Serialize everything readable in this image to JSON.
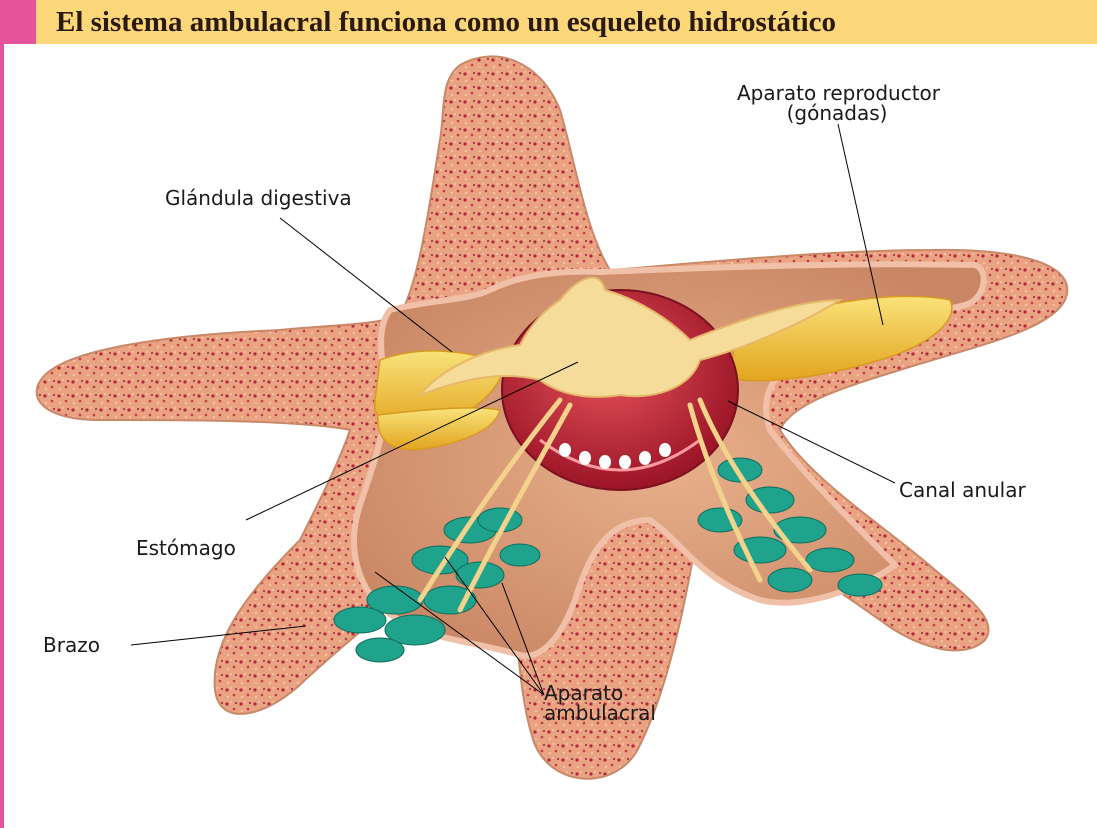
{
  "title": "El sistema ambulacral funciona como un esqueleto hidrostático",
  "colors": {
    "header_band": "#fcd77a",
    "accent": "#e3549a",
    "skin": "#e9a383",
    "skin_spots": "#b8243a",
    "cavity": "#d99a78",
    "gland": "#f6dc9a",
    "gonads": "#f0c030",
    "stomach": "#c42a36",
    "tube_feet": "#1fa38c"
  },
  "labels": {
    "gonads_line1": "Aparato reproductor",
    "gonads_line2": "(gónadas)",
    "digestive": "Glándula digestiva",
    "ring": "Canal anular",
    "stomach": "Estómago",
    "arm": "Brazo",
    "ambulacral_line1": "Aparato",
    "ambulacral_line2": "ambulacral"
  }
}
